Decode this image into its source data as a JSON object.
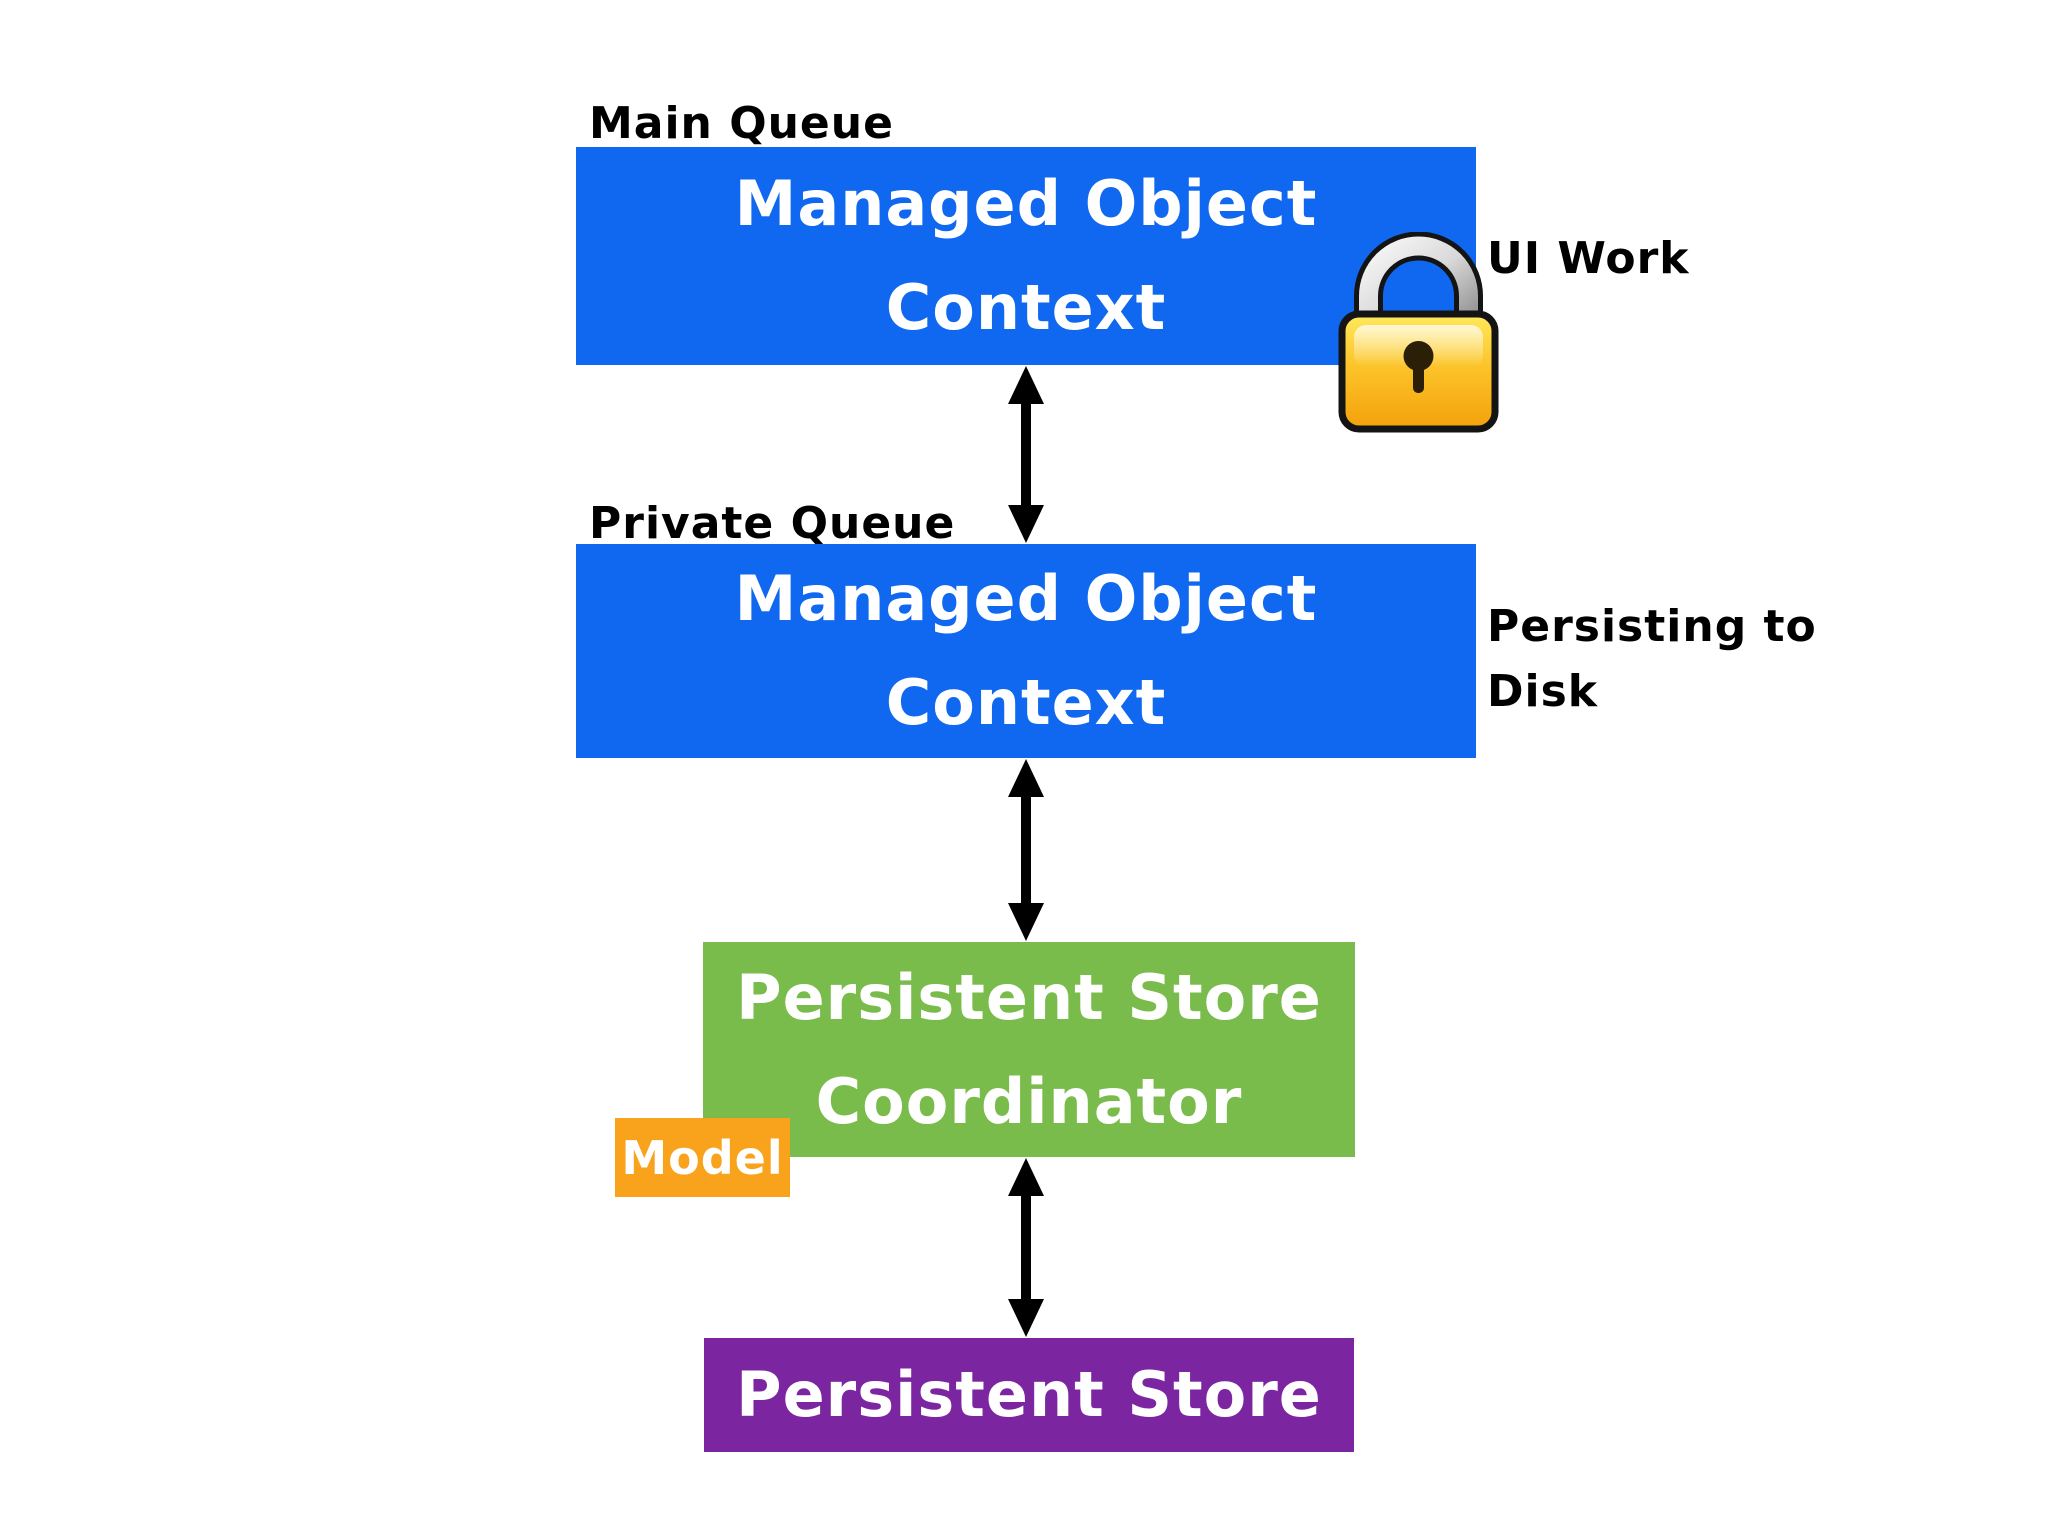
{
  "title": "Core Data stack diagram",
  "colors": {
    "box-blue": "#0f68ef",
    "box-green": "#7abc4b",
    "box-purple": "#7c25a1",
    "box-orange": "#f9a21c",
    "box-text": "#ffffff",
    "label-black": "#000000",
    "arrow-black": "#000000",
    "lock-body-yellow": "#fbc02d",
    "lock-shackle-gray": "#b9b9b9"
  },
  "labels": {
    "main_queue": "Main Queue",
    "private_queue": "Private Queue",
    "ui_work": "UI Work",
    "model": "Model"
  },
  "annotations": {
    "persisting_to_disk": {
      "lines": [
        "Persisting to",
        "Disk"
      ]
    }
  },
  "boxes": {
    "moc_main": {
      "lines": [
        "Managed Object",
        "Context"
      ]
    },
    "moc_private": {
      "lines": [
        "Managed Object",
        "Context"
      ]
    },
    "coordinator": {
      "lines": [
        "Persistent Store",
        "Coordinator"
      ]
    },
    "store": {
      "lines": [
        "Persistent Store"
      ]
    }
  },
  "icons": {
    "lock": "padlock-emoji-style"
  },
  "edges": [
    {
      "from": "moc_main (Main Queue)",
      "to": "moc_private (Private Queue)",
      "type": "bidirectional-arrow"
    },
    {
      "from": "moc_private",
      "to": "coordinator",
      "type": "bidirectional-arrow"
    },
    {
      "from": "coordinator",
      "to": "store",
      "type": "bidirectional-arrow"
    }
  ]
}
